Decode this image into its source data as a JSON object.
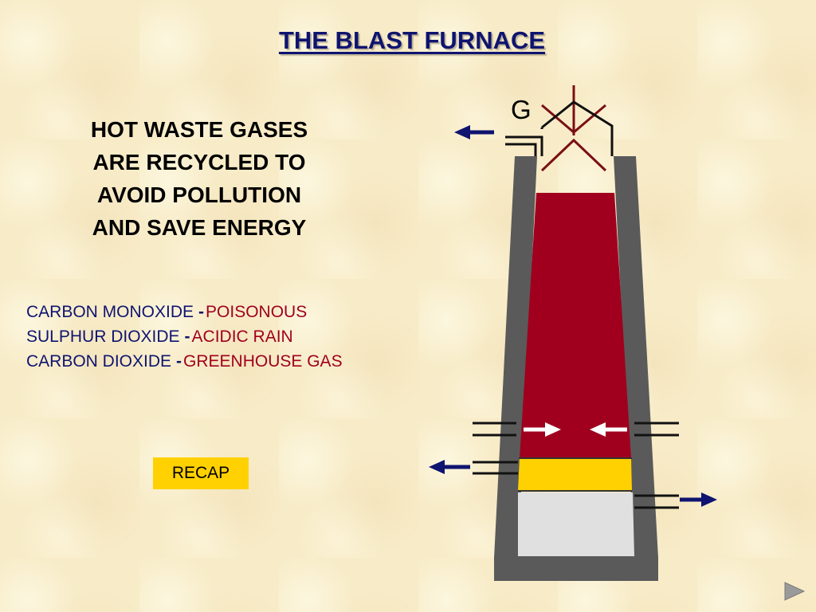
{
  "slide": {
    "title": "THE BLAST FURNACE",
    "headline": [
      "HOT WASTE GASES",
      "ARE RECYCLED TO",
      "AVOID POLLUTION",
      "AND SAVE ENERGY"
    ],
    "gases": [
      {
        "name": "CARBON MONOXIDE",
        "separator": "-",
        "effect": "POISONOUS"
      },
      {
        "name": "SULPHUR DIOXIDE",
        "separator": "-",
        "effect": "ACIDIC RAIN"
      },
      {
        "name": "CARBON DIOXIDE",
        "separator": "-",
        "effect": "GREENHOUSE GAS"
      }
    ],
    "recap_label": "RECAP"
  },
  "diagram": {
    "outlet_label": "G"
  },
  "navigation": {
    "next_icon": "play-triangle-icon"
  },
  "colors": {
    "title": "#0f1470",
    "gas_name": "#0f1470",
    "gas_effect": "#a0001e",
    "furnace_wall": "#5a5a5a",
    "furnace_charge": "#a0001e",
    "slag_layer": "#ffd100",
    "molten_iron": "#e0e0e0",
    "hopper": "#7a0f14",
    "arrows": "#0f1470",
    "recap_button": "#ffd100"
  }
}
